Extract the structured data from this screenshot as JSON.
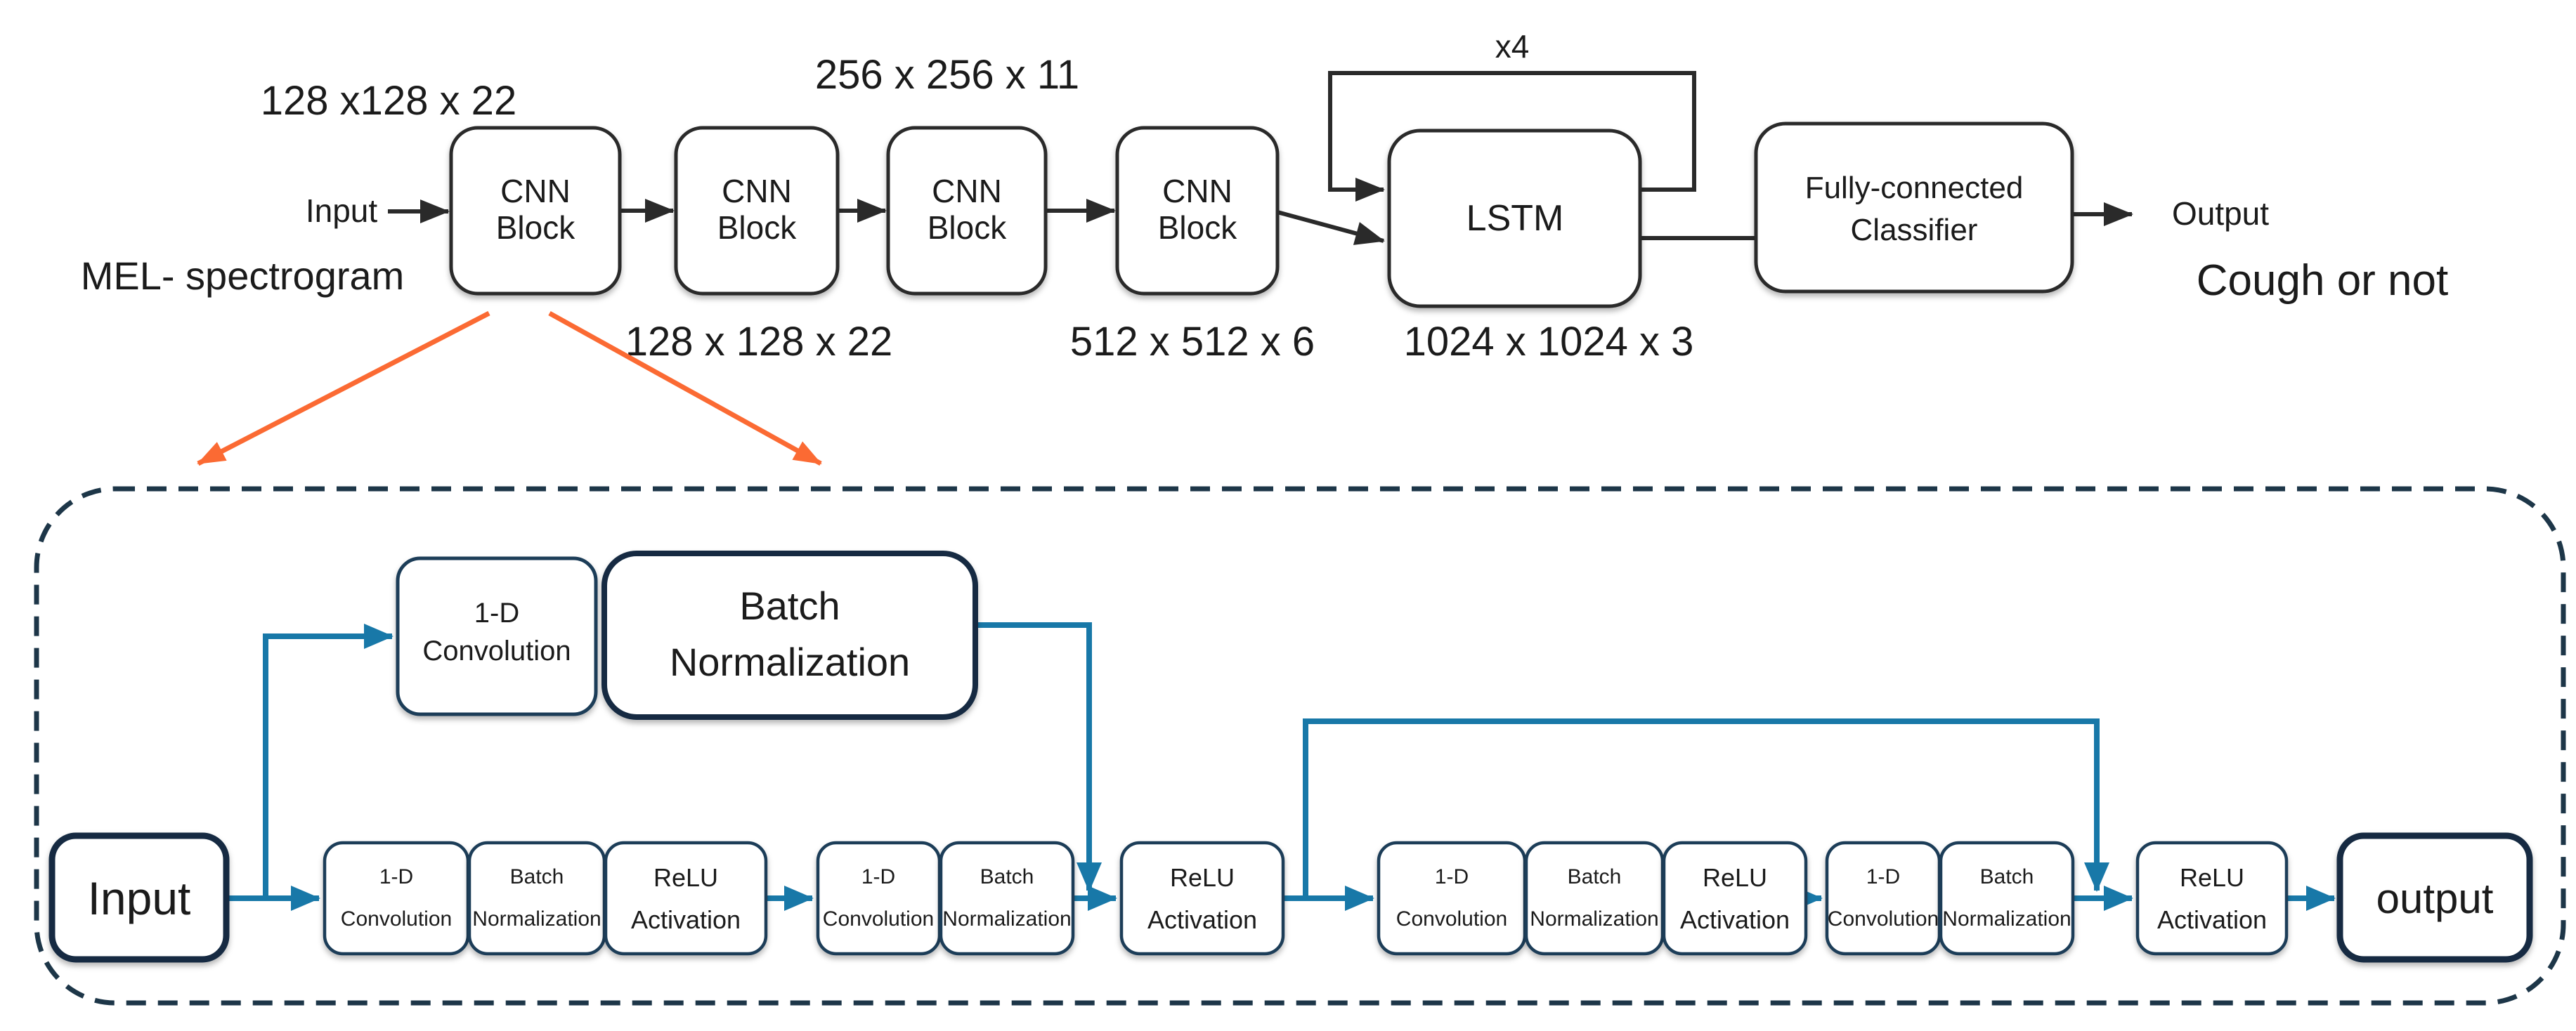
{
  "colors": {
    "teal": "#1878a8",
    "orange": "#fb6a33",
    "dash_border": "#1d3648",
    "box_navy": "#1e3d58",
    "box_navy_bold": "#132c42",
    "line_black": "#2a2a2a",
    "text": "#1b1b1b"
  },
  "top_flow": {
    "input_label": "Input",
    "mel_label": "MEL- spectrogram",
    "dim_above_cnn1": "128 x128 x 22",
    "dim_above_cnn23": "256 x 256 x 11",
    "dim_below_cnn2": "128 x 128 x 22",
    "dim_below_cnn4": "512 x 512 x 6",
    "dim_below_lstm": "1024 x 1024 x 3",
    "loop_label": "x4",
    "cnn_block": {
      "line1": "CNN",
      "line2": "Block"
    },
    "lstm_label": "LSTM",
    "fc": {
      "line1": "Fully-connected",
      "line2": "Classifier"
    },
    "output_label": "Output",
    "result_label": "Cough or not"
  },
  "cnn_detail": {
    "input_label": "Input",
    "conv": {
      "line1": "1-D",
      "line2": "Convolution"
    },
    "bn": {
      "line1": "Batch",
      "line2": "Normalization"
    },
    "relu": {
      "line1": "ReLU",
      "line2": "Activation"
    },
    "output_label": "output"
  }
}
